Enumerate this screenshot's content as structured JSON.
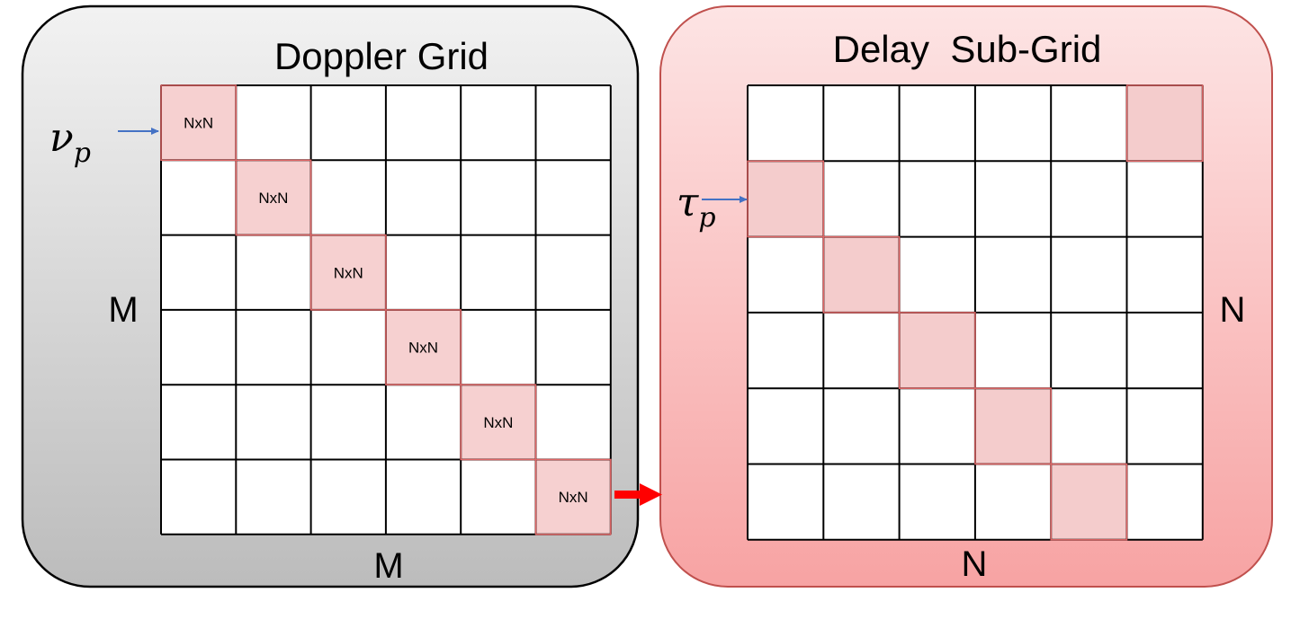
{
  "doppler_panel": {
    "title": "Doppler Grid",
    "grid_size": 6,
    "highlighted_diagonal_cells": [
      0,
      1,
      2,
      3,
      4,
      5
    ],
    "cell_label": "NxN",
    "row_axis_label": "M",
    "col_axis_label": "M",
    "pointer_symbol": "ν",
    "pointer_subscript": "p",
    "background_top": "#f2f2f2",
    "background_bottom": "#bcbcbc",
    "highlight_color": "#f6d0d0"
  },
  "delay_panel": {
    "title": "Delay  Sub-Grid",
    "grid_size": 6,
    "highlighted_cells": [
      {
        "row": 0,
        "col": 5
      },
      {
        "row": 1,
        "col": 0
      },
      {
        "row": 2,
        "col": 1
      },
      {
        "row": 3,
        "col": 2
      },
      {
        "row": 4,
        "col": 3
      },
      {
        "row": 5,
        "col": 4
      }
    ],
    "row_axis_label": "N",
    "col_axis_label": "N",
    "pointer_symbol": "τ",
    "pointer_subscript": "p",
    "background_top": "#fde4e4",
    "background_bottom": "#f7a3a3",
    "highlight_color": "#f4cccc"
  },
  "connector": {
    "color": "#ff0000"
  },
  "pointer_arrow_color": "#4472c4"
}
